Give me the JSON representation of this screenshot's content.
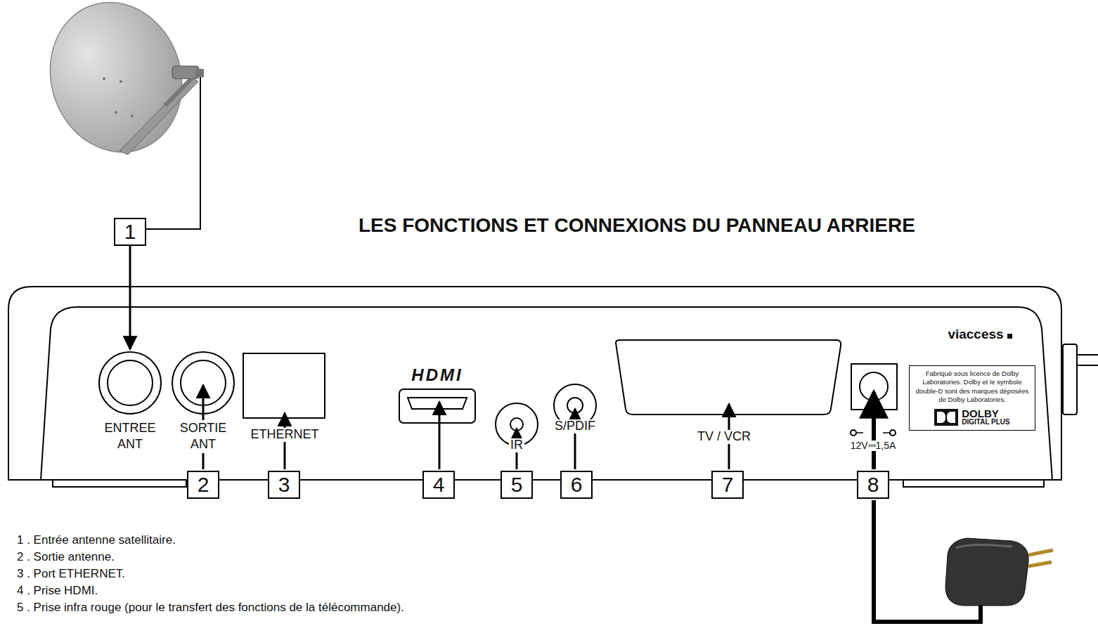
{
  "diagram": {
    "title": "LES FONCTIONS ET CONNEXIONS DU PANNEAU ARRIERE",
    "nodes": [
      {
        "text": [
          "1"
        ]
      },
      {
        "text": [
          "Fabriqué sous licence de Dolby Laboratories. Dolby et le symbole double-D sont des marques déposées de Dolby Laboratories.",
          "DOLBY",
          "DIGITAL PLUS"
        ]
      },
      {
        "text": [
          "2"
        ]
      },
      {
        "text": [
          "3"
        ]
      },
      {
        "text": [
          "4"
        ]
      },
      {
        "text": [
          "5"
        ]
      },
      {
        "text": [
          "6"
        ]
      },
      {
        "text": [
          "7"
        ]
      },
      {
        "text": [
          "8"
        ]
      }
    ],
    "labels": [
      "ENTREE ANT",
      "SORTIE ANT",
      "ETHERNET",
      "HDMI",
      "IR",
      "S/PDIF",
      "TV / VCR",
      "12V⎓1,5A",
      "viaccess",
      "1 . Entrée antenne satellitaire.",
      "2 . Sortie antenne.",
      "3 . Port ETHERNET.",
      "4 . Prise HDMI.",
      "5 . Prise infra rouge (pour le transfert des fonctions de la télécommande)."
    ]
  }
}
